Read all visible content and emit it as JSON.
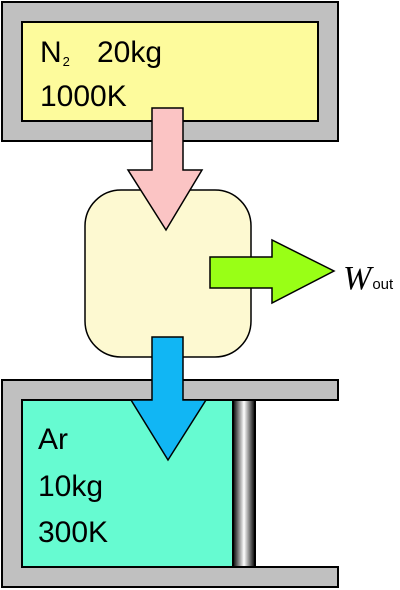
{
  "top_tank": {
    "species": "N",
    "species_subscript": "2",
    "mass": "20kg",
    "temperature": "1000K",
    "fill_color": "#fdfb9c"
  },
  "engine": {
    "fill_color": "#fdf9d1"
  },
  "work_output": {
    "symbol": "W",
    "subscript": "out",
    "arrow_color": "#99ff16"
  },
  "bottom_tank": {
    "species": "Ar",
    "mass": "10kg",
    "temperature": "300K",
    "fill_color": "#66fbd1"
  },
  "colors": {
    "wall": "#c0c0c0",
    "heat_in_arrow": "#fbc4c4",
    "heat_out_arrow": "#11b6f4"
  }
}
